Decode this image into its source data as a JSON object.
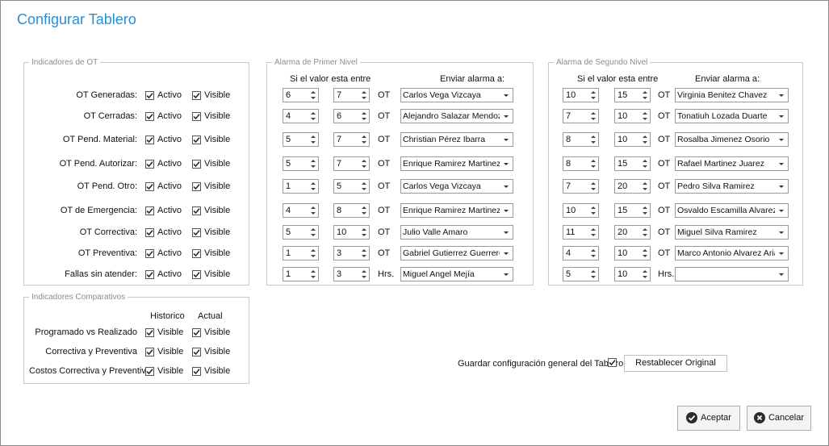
{
  "window": {
    "title": "Configurar Tablero"
  },
  "ot_group": {
    "legend": "Indicadores de OT",
    "active_label": "Activo",
    "visible_label": "Visible",
    "rows": [
      {
        "label": "OT Generadas:",
        "activo": true,
        "visible": true
      },
      {
        "label": "OT Cerradas:",
        "activo": true,
        "visible": true
      },
      {
        "label": "OT Pend. Material:",
        "activo": true,
        "visible": true
      },
      {
        "label": "OT Pend. Autorizar:",
        "activo": true,
        "visible": true
      },
      {
        "label": "OT Pend. Otro:",
        "activo": true,
        "visible": true
      },
      {
        "label": "OT de Emergencia:",
        "activo": true,
        "visible": true
      },
      {
        "label": "OT Correctiva:",
        "activo": true,
        "visible": true
      },
      {
        "label": "OT Preventiva:",
        "activo": true,
        "visible": true
      },
      {
        "label": "Fallas sin atender:",
        "activo": true,
        "visible": true
      }
    ]
  },
  "alarm1": {
    "legend": "Alarma de Primer Nivel",
    "header_range": "Si el valor esta entre",
    "header_send": "Enviar alarma a:",
    "rows": [
      {
        "from": "6",
        "to": "7",
        "unit": "OT",
        "recipient": "Carlos Vega Vizcaya"
      },
      {
        "from": "4",
        "to": "6",
        "unit": "OT",
        "recipient": "Alejandro Salazar Mendoza"
      },
      {
        "from": "5",
        "to": "7",
        "unit": "OT",
        "recipient": "Christian Pérez Ibarra"
      },
      {
        "from": "5",
        "to": "7",
        "unit": "OT",
        "recipient": "Enrique Ramirez Martinez"
      },
      {
        "from": "1",
        "to": "5",
        "unit": "OT",
        "recipient": "Carlos Vega Vizcaya"
      },
      {
        "from": "4",
        "to": "8",
        "unit": "OT",
        "recipient": "Enrique Ramirez Martinez"
      },
      {
        "from": "5",
        "to": "10",
        "unit": "OT",
        "recipient": "Julio Valle Amaro"
      },
      {
        "from": "1",
        "to": "3",
        "unit": "OT",
        "recipient": "Gabriel Gutierrez Guerrero"
      },
      {
        "from": "1",
        "to": "3",
        "unit": "Hrs.",
        "recipient": "Miguel Angel Mejía"
      }
    ]
  },
  "alarm2": {
    "legend": "Alarma de Segundo Nivel",
    "header_range": "Si el valor esta entre",
    "header_send": "Enviar alarma a:",
    "rows": [
      {
        "from": "10",
        "to": "15",
        "unit": "OT",
        "recipient": "Virginia Benitez Chavez"
      },
      {
        "from": "7",
        "to": "10",
        "unit": "OT",
        "recipient": "Tonatiuh Lozada Duarte"
      },
      {
        "from": "8",
        "to": "10",
        "unit": "OT",
        "recipient": "Rosalba Jimenez Osorio"
      },
      {
        "from": "8",
        "to": "15",
        "unit": "OT",
        "recipient": "Rafael Martinez Juarez"
      },
      {
        "from": "7",
        "to": "20",
        "unit": "OT",
        "recipient": "Pedro Silva Ramirez"
      },
      {
        "from": "10",
        "to": "15",
        "unit": "OT",
        "recipient": "Osvaldo Escamilla Alvarez"
      },
      {
        "from": "11",
        "to": "20",
        "unit": "OT",
        "recipient": "Miguel Silva Ramirez"
      },
      {
        "from": "4",
        "to": "10",
        "unit": "OT",
        "recipient": "Marco Antonio Alvarez Arias"
      },
      {
        "from": "5",
        "to": "10",
        "unit": "Hrs.",
        "recipient": ""
      }
    ]
  },
  "comparativos": {
    "legend": "Indicadores Comparativos",
    "col_historico": "Historico",
    "col_actual": "Actual",
    "visible_label": "Visible",
    "rows": [
      {
        "label": "Programado vs Realizado",
        "historico": true,
        "actual": true
      },
      {
        "label": "Correctiva y Preventiva",
        "historico": true,
        "actual": true
      },
      {
        "label": "Costos Correctiva y Preventiva",
        "historico": true,
        "actual": true
      }
    ]
  },
  "footer": {
    "save_label": "Guardar configuración general del Tablero:",
    "save_checked": true,
    "reset_button": "Restablecer Original",
    "accept_button": "Aceptar",
    "cancel_button": "Cancelar"
  }
}
